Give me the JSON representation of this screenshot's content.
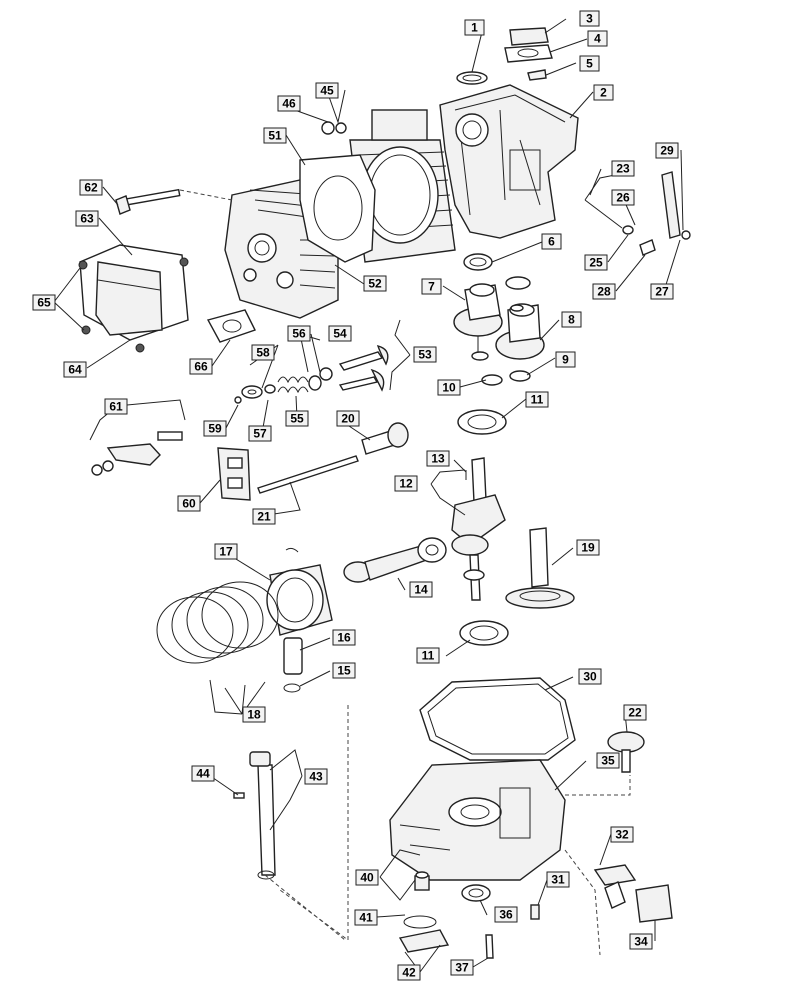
{
  "callouts": {
    "c1": "1",
    "c2": "2",
    "c3": "3",
    "c4": "4",
    "c5": "5",
    "c6": "6",
    "c7": "7",
    "c8": "8",
    "c9": "9",
    "c10": "10",
    "c11a": "11",
    "c11b": "11",
    "c12": "12",
    "c13": "13",
    "c14": "14",
    "c15": "15",
    "c16": "16",
    "c17": "17",
    "c18": "18",
    "c19": "19",
    "c20": "20",
    "c21": "21",
    "c22": "22",
    "c23": "23",
    "c25": "25",
    "c26": "26",
    "c27": "27",
    "c28": "28",
    "c29": "29",
    "c30": "30",
    "c31": "31",
    "c32": "32",
    "c34": "34",
    "c35": "35",
    "c36": "36",
    "c37": "37",
    "c40": "40",
    "c41": "41",
    "c42": "42",
    "c43": "43",
    "c44": "44",
    "c45": "45",
    "c46": "46",
    "c51": "51",
    "c52": "52",
    "c53": "53",
    "c54": "54",
    "c55": "55",
    "c56": "56",
    "c57": "57",
    "c58": "58",
    "c59": "59",
    "c60": "60",
    "c61": "61",
    "c62": "62",
    "c63": "63",
    "c64": "64",
    "c65": "65",
    "c66": "66"
  }
}
